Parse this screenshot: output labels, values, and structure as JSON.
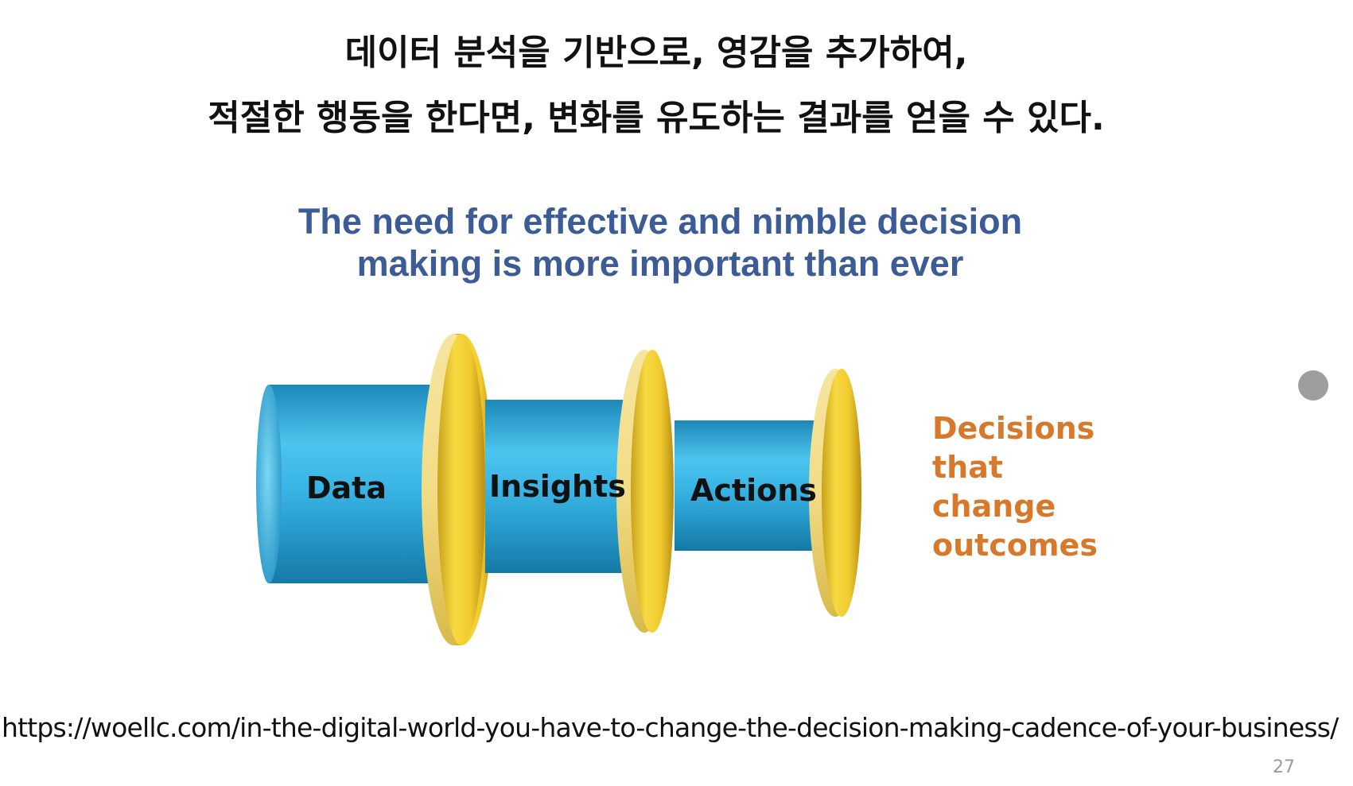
{
  "slide": {
    "headline_line1": "데이터 분석을 기반으로, 영감을 추가하여,",
    "headline_line2": "적절한 행동을 한다면, 변화를 유도하는 결과를 얻을 수 있다.",
    "source_url": "https://woellc.com/in-the-digital-world-you-have-to-change-the-decision-making-cadence-of-your-business/",
    "page_number": "27"
  },
  "diagram": {
    "title_line1": "The need for effective and nimble decision",
    "title_line2": "making is more important than ever",
    "stages": [
      {
        "label": "Data"
      },
      {
        "label": "Insights"
      },
      {
        "label": "Actions"
      }
    ],
    "outcome_lines": [
      "Decisions",
      "that",
      "change",
      "outcomes"
    ],
    "colors": {
      "cylinder": "#2fa8d8",
      "ring": "#f2cf38",
      "title": "#3c5c98",
      "outcome": "#d8782a"
    }
  }
}
